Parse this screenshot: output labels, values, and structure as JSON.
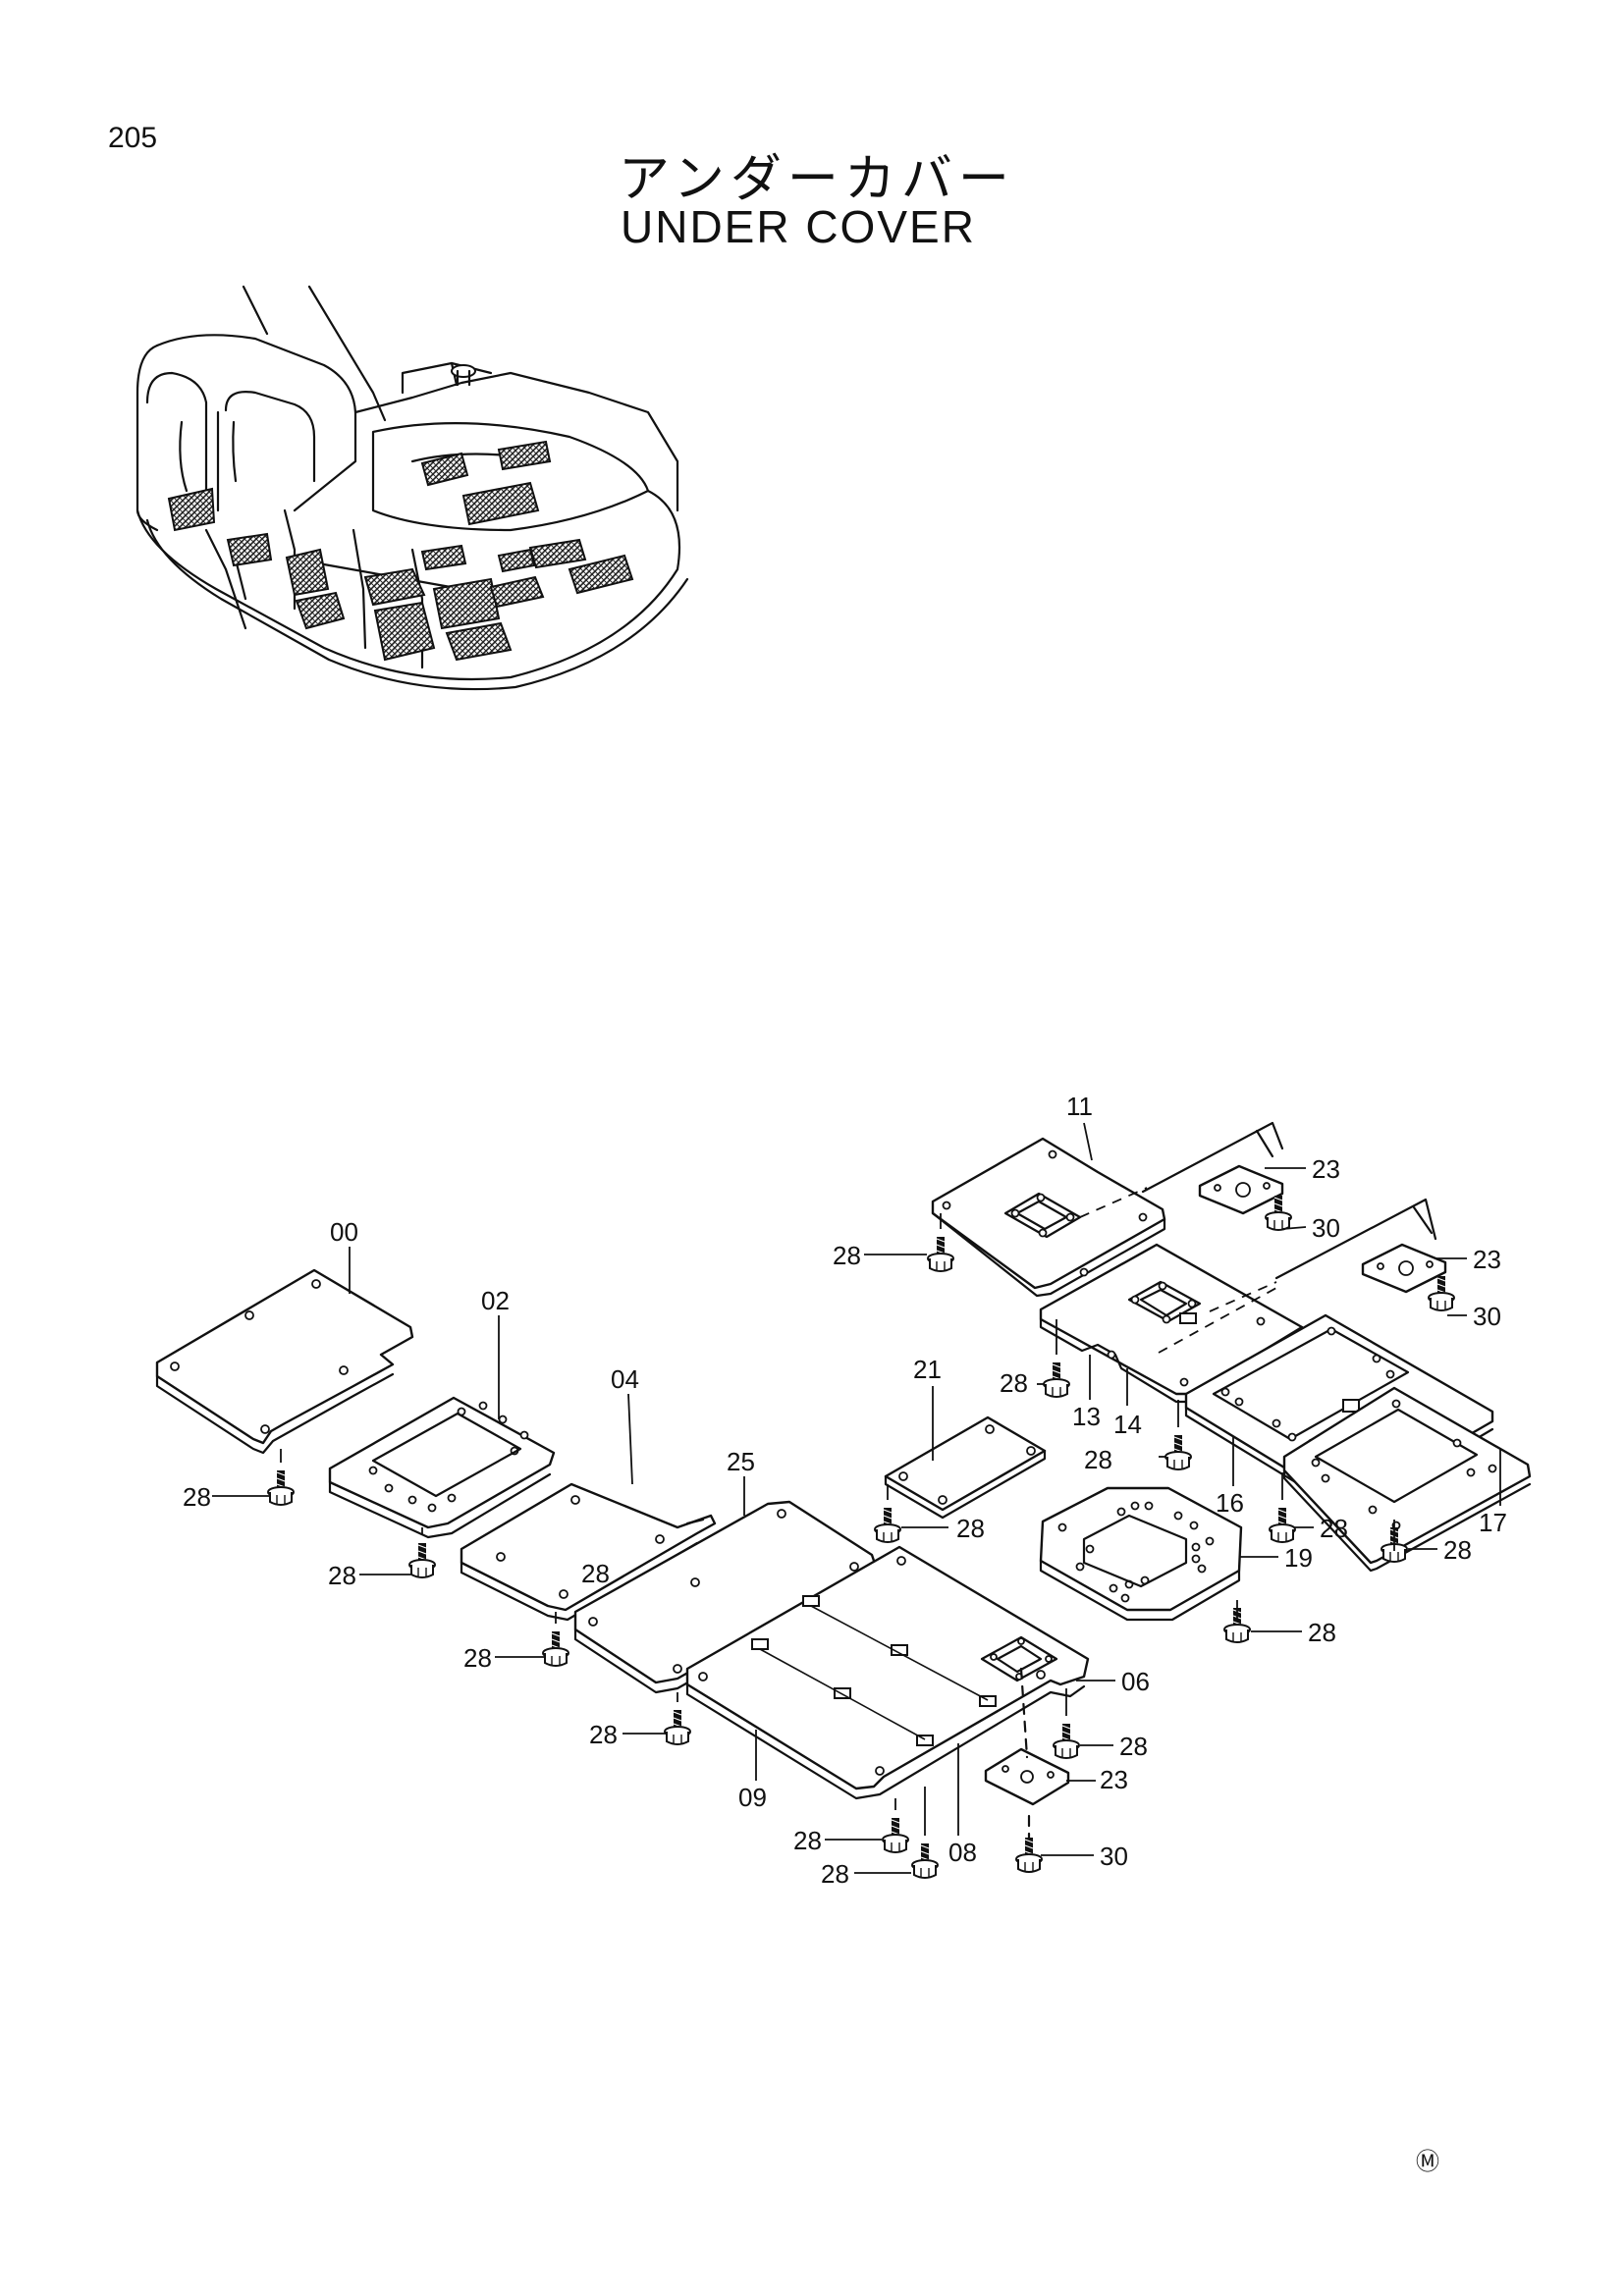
{
  "page": {
    "number": "205",
    "title_ja": "アンダーカバー",
    "title_en": "UNDER COVER",
    "corner_mark": "Ⓜ"
  },
  "callouts": [
    {
      "id": "c00",
      "text": "00"
    },
    {
      "id": "c02",
      "text": "02"
    },
    {
      "id": "c04",
      "text": "04"
    },
    {
      "id": "c25",
      "text": "25"
    },
    {
      "id": "c21",
      "text": "21"
    },
    {
      "id": "c11",
      "text": "11"
    },
    {
      "id": "c23a",
      "text": "23"
    },
    {
      "id": "c30a",
      "text": "30"
    },
    {
      "id": "c23b",
      "text": "23"
    },
    {
      "id": "c30b",
      "text": "30"
    },
    {
      "id": "c13",
      "text": "13"
    },
    {
      "id": "c14",
      "text": "14"
    },
    {
      "id": "c16",
      "text": "16"
    },
    {
      "id": "c17",
      "text": "17"
    },
    {
      "id": "c19",
      "text": "19"
    },
    {
      "id": "c06",
      "text": "06"
    },
    {
      "id": "c09",
      "text": "09"
    },
    {
      "id": "c08",
      "text": "08"
    },
    {
      "id": "c23c",
      "text": "23"
    },
    {
      "id": "c30c",
      "text": "30"
    },
    {
      "id": "c28a",
      "text": "28"
    },
    {
      "id": "c28b",
      "text": "28"
    },
    {
      "id": "c28c",
      "text": "28"
    },
    {
      "id": "c28d",
      "text": "28"
    },
    {
      "id": "c28e",
      "text": "28"
    },
    {
      "id": "c28f",
      "text": "28"
    },
    {
      "id": "c28g",
      "text": "28"
    },
    {
      "id": "c28h",
      "text": "28"
    },
    {
      "id": "c28i",
      "text": "28"
    },
    {
      "id": "c28j",
      "text": "28"
    },
    {
      "id": "c28k",
      "text": "28"
    },
    {
      "id": "c28l",
      "text": "28"
    },
    {
      "id": "c28m",
      "text": "28"
    },
    {
      "id": "c28n",
      "text": "28"
    },
    {
      "id": "c28o",
      "text": "28"
    }
  ]
}
